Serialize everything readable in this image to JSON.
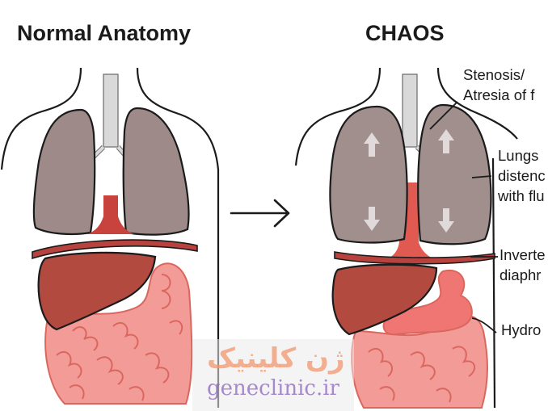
{
  "titles": {
    "left": "Normal Anatomy",
    "right": "CHAOS"
  },
  "labels": {
    "stenosis": [
      "Stenosis/",
      "Atresia of f"
    ],
    "lungs": [
      "Lungs",
      "distenc",
      "with flu"
    ],
    "inverted": [
      "Inverte",
      "diaphr"
    ],
    "hydrops": [
      "Hydro"
    ]
  },
  "watermark": {
    "persian": "ژن کلینیک",
    "latin": "geneclinic.ir"
  },
  "colors": {
    "outline": "#1b1b1b",
    "lung": "#9d8a89",
    "lung_chaos": "#a08f8d",
    "trachea": "#d9d9d9",
    "heart": "#c8433d",
    "heart_chaos": "#e05a52",
    "diaphragm": "#b8433e",
    "liver": "#b34a40",
    "intestine": "#f39b96",
    "intestine_dark": "#d9675f",
    "lung_arrow": "#e0dada",
    "watermark_bg": "#ebebeb"
  },
  "icons": {
    "arrow": "right-arrow-icon",
    "lung_arrows": "up-down-arrow-icon"
  }
}
